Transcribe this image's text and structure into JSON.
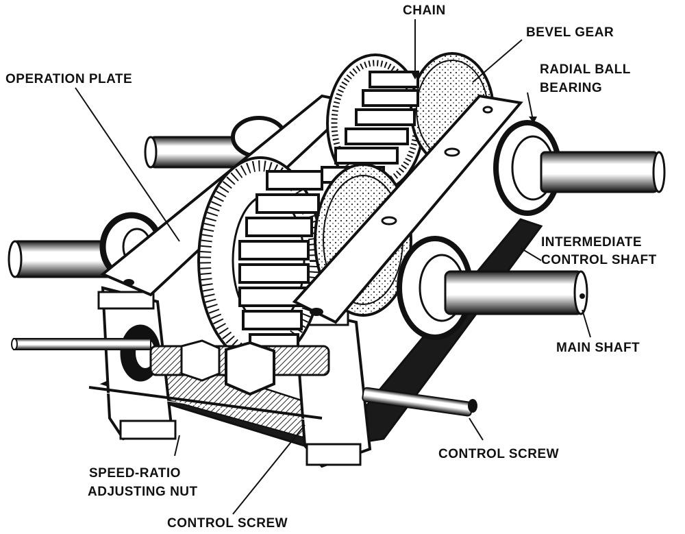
{
  "labels": {
    "chain": "CHAIN",
    "bevel_gear": "BEVEL GEAR",
    "radial_ball_bearing_1": "RADIAL BALL",
    "radial_ball_bearing_2": "BEARING",
    "operation_plate": "OPERATION PLATE",
    "intermediate_control_shaft_1": "INTERMEDIATE",
    "intermediate_control_shaft_2": "CONTROL SHAFT",
    "main_shaft": "MAIN SHAFT",
    "control_screw_right": "CONTROL SCREW",
    "speed_ratio_adjusting_nut_1": "SPEED-RATIO",
    "speed_ratio_adjusting_nut_2": "ADJUSTING NUT",
    "control_screw_bottom": "CONTROL SCREW"
  },
  "colors": {
    "ink": "#111111",
    "paper": "#ffffff",
    "shade": "#6b6b6b"
  }
}
